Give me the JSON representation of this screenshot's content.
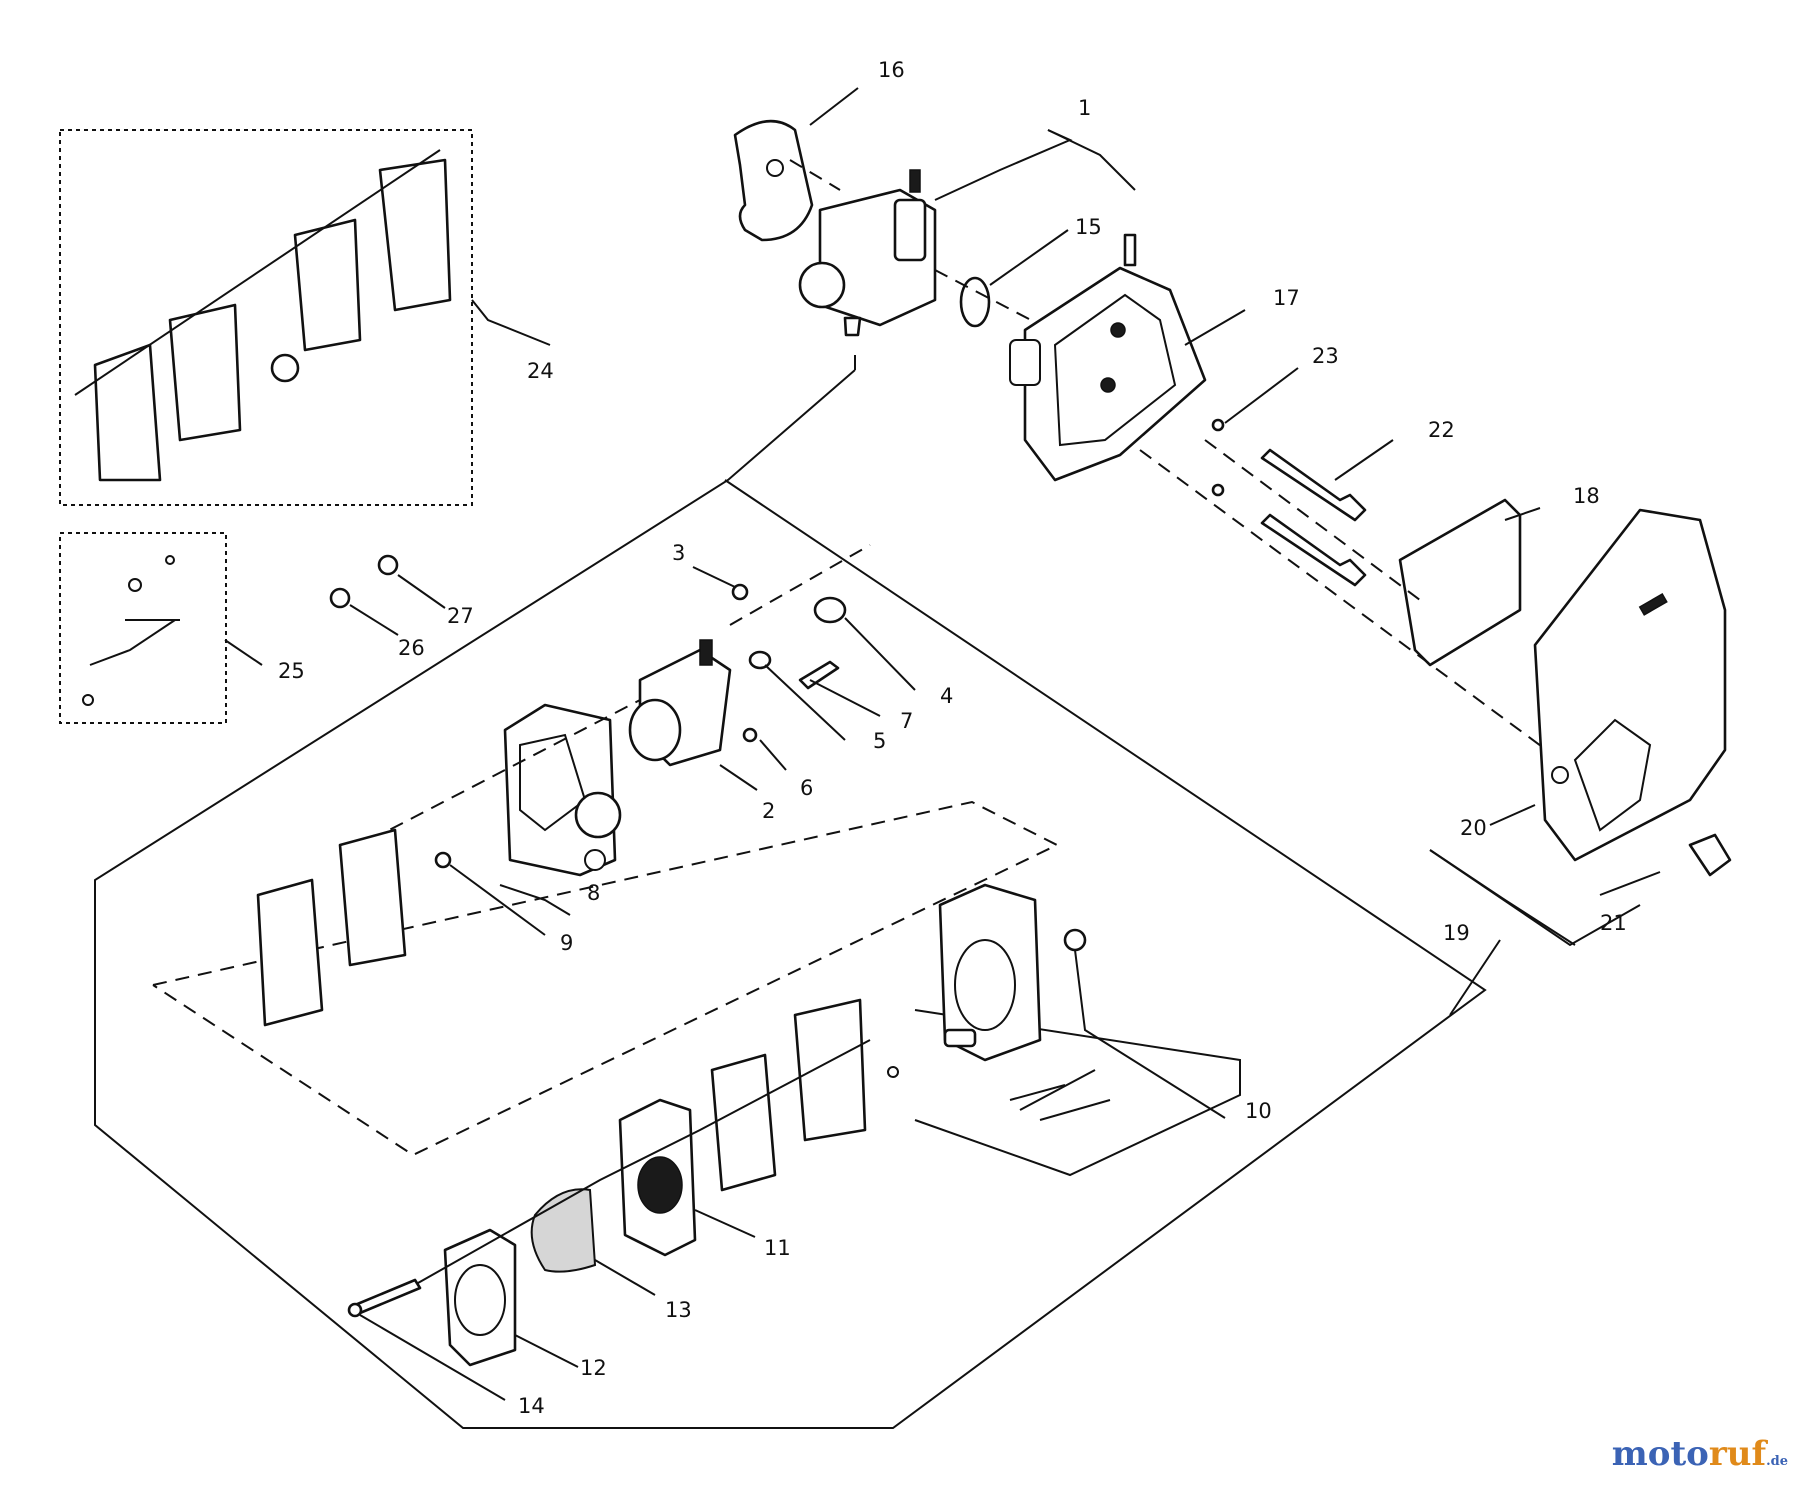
{
  "labels": {
    "p1": "1",
    "p2": "2",
    "p3": "3",
    "p4": "4",
    "p5": "5",
    "p6": "6",
    "p7": "7",
    "p8": "8",
    "p9": "9",
    "p10": "10",
    "p11": "11",
    "p12": "12",
    "p13": "13",
    "p14": "14",
    "p15": "15",
    "p16": "16",
    "p17": "17",
    "p18": "18",
    "p19": "19",
    "p20": "20",
    "p21": "21",
    "p22": "22",
    "p23": "23",
    "p24": "24",
    "p25": "25",
    "p26": "26",
    "p27": "27"
  },
  "watermark": {
    "part1": "moto",
    "part2": "ruf",
    "part3": ".de"
  }
}
